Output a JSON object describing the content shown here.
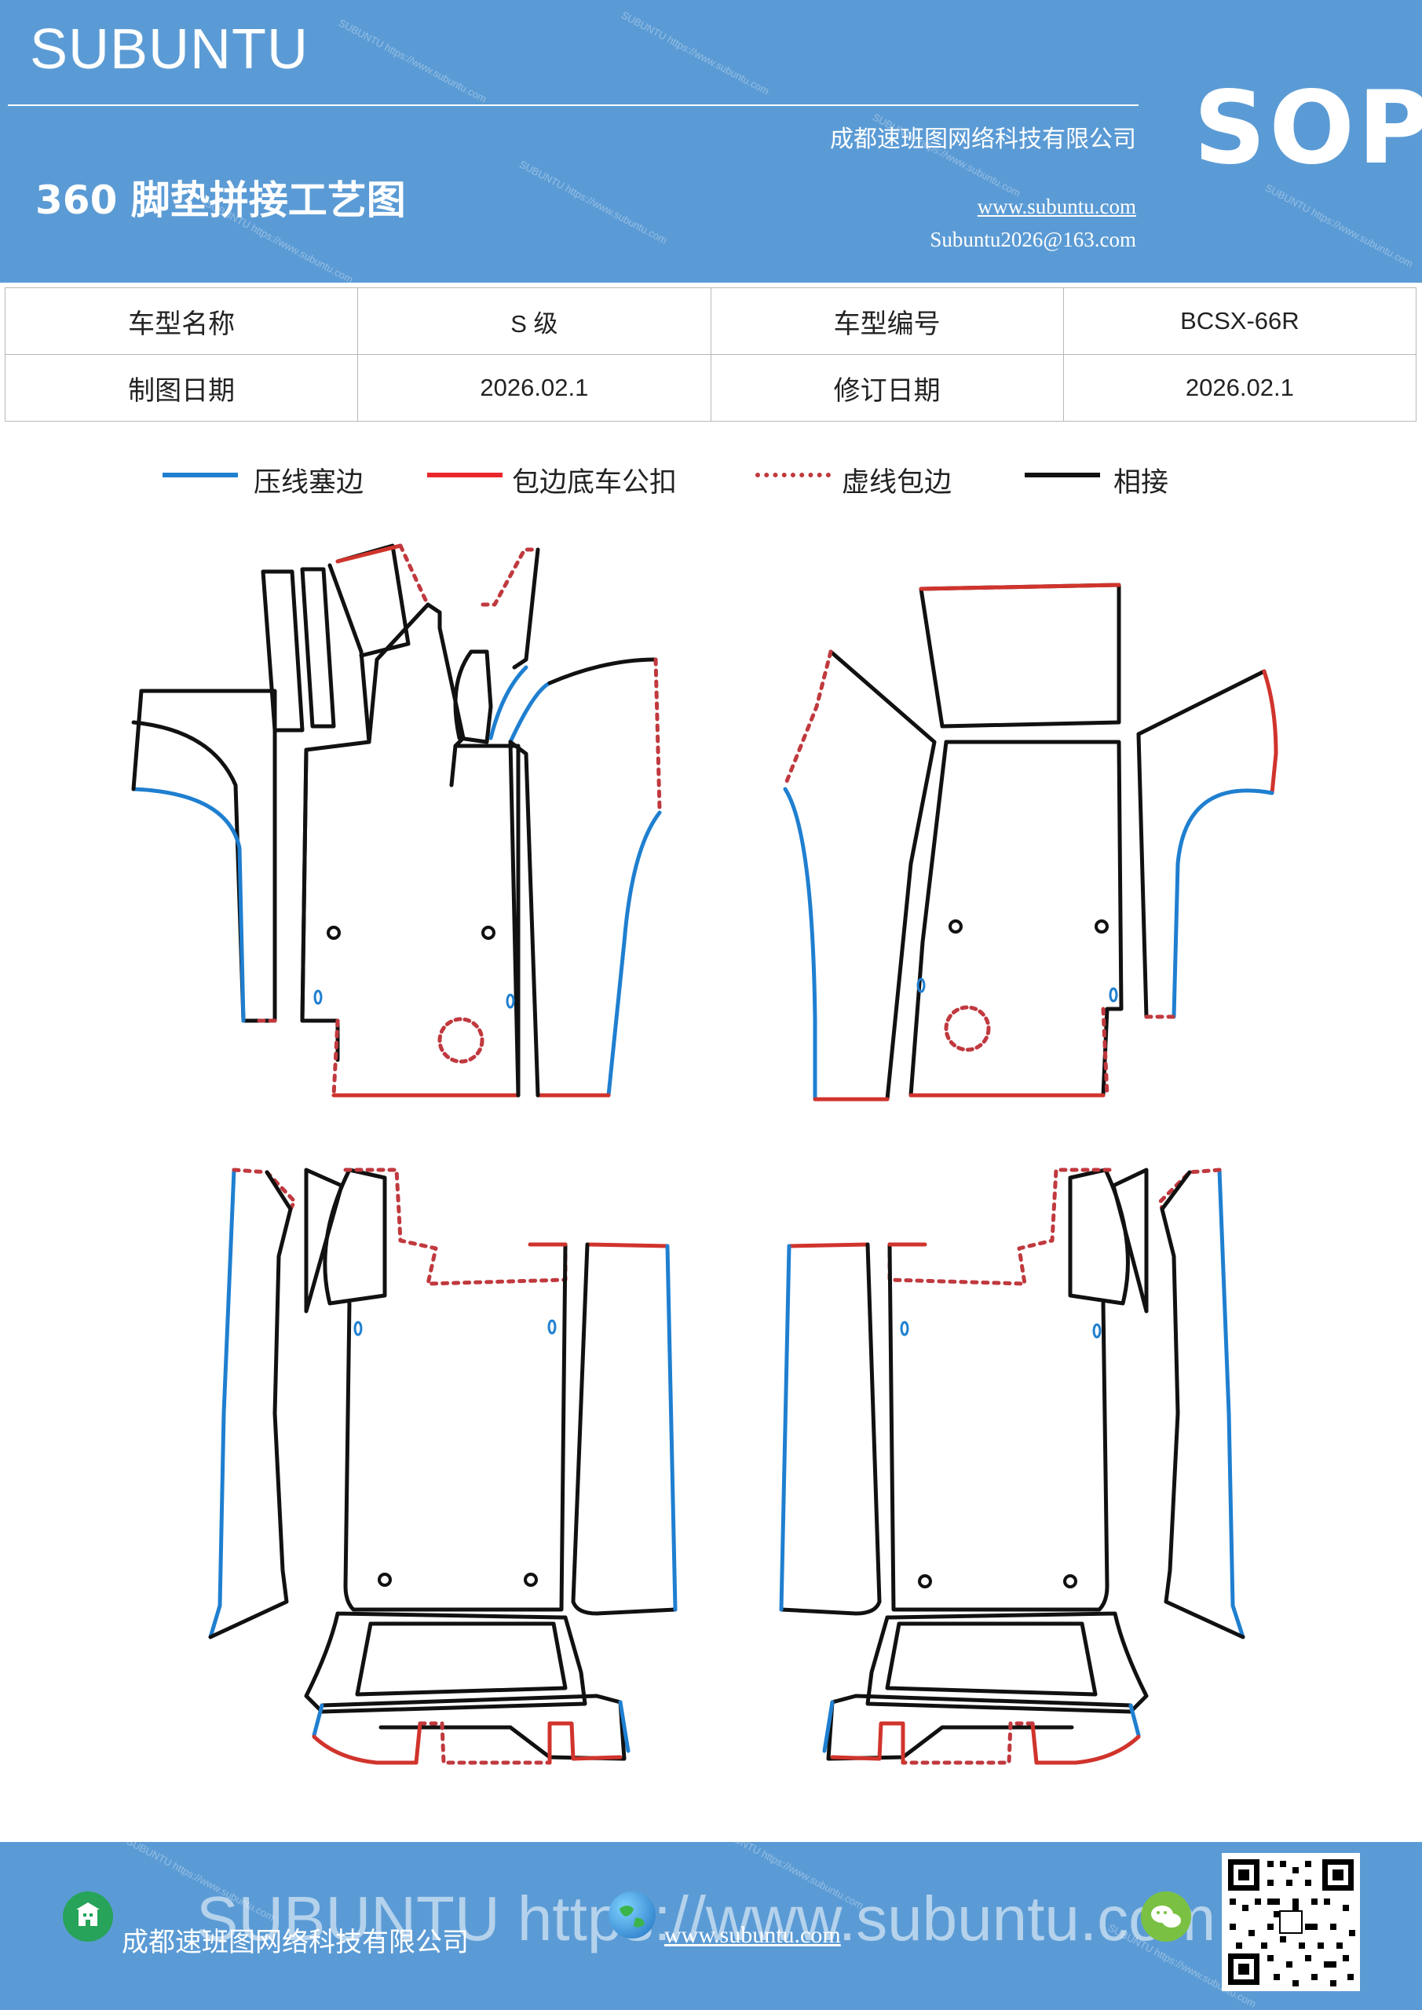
{
  "header": {
    "brand": "SUBUNTU",
    "title": "360 脚垫拼接工艺图",
    "company": "成都速班图网络科技有限公司",
    "website": "www.subuntu.com",
    "email": "Subuntu2026@163.com",
    "badge": "SOP",
    "watermark": "SUBUNTU https://www.subuntu.com"
  },
  "info_table": {
    "row1": {
      "label1": "车型名称",
      "value1": "S 级",
      "label2": "车型编号",
      "value2": "BCSX-66R"
    },
    "row2": {
      "label1": "制图日期",
      "value1": "2026.02.1",
      "label2": "修订日期",
      "value2": "2026.02.1"
    }
  },
  "legend": [
    {
      "label": "压线塞边",
      "color": "#1f7fd0",
      "style": "solid"
    },
    {
      "label": "包边底车公扣",
      "color": "#e8262b",
      "style": "solid"
    },
    {
      "label": "虚线包边",
      "color": "#c0393e",
      "style": "dotted"
    },
    {
      "label": "相接",
      "color": "#111111",
      "style": "solid"
    }
  ],
  "colors": {
    "header_bg": "#5b9bd5",
    "press": "#1f7fd0",
    "wrap": "#d0342c",
    "dash": "#c0393e",
    "join": "#111111"
  },
  "footer": {
    "watermark": "SUBUNTU https://www.subuntu.com",
    "company": "成都速班图网络科技有限公司",
    "website": "www.subuntu.com",
    "icons": [
      "building-icon",
      "globe-icon",
      "wechat-icon"
    ]
  }
}
